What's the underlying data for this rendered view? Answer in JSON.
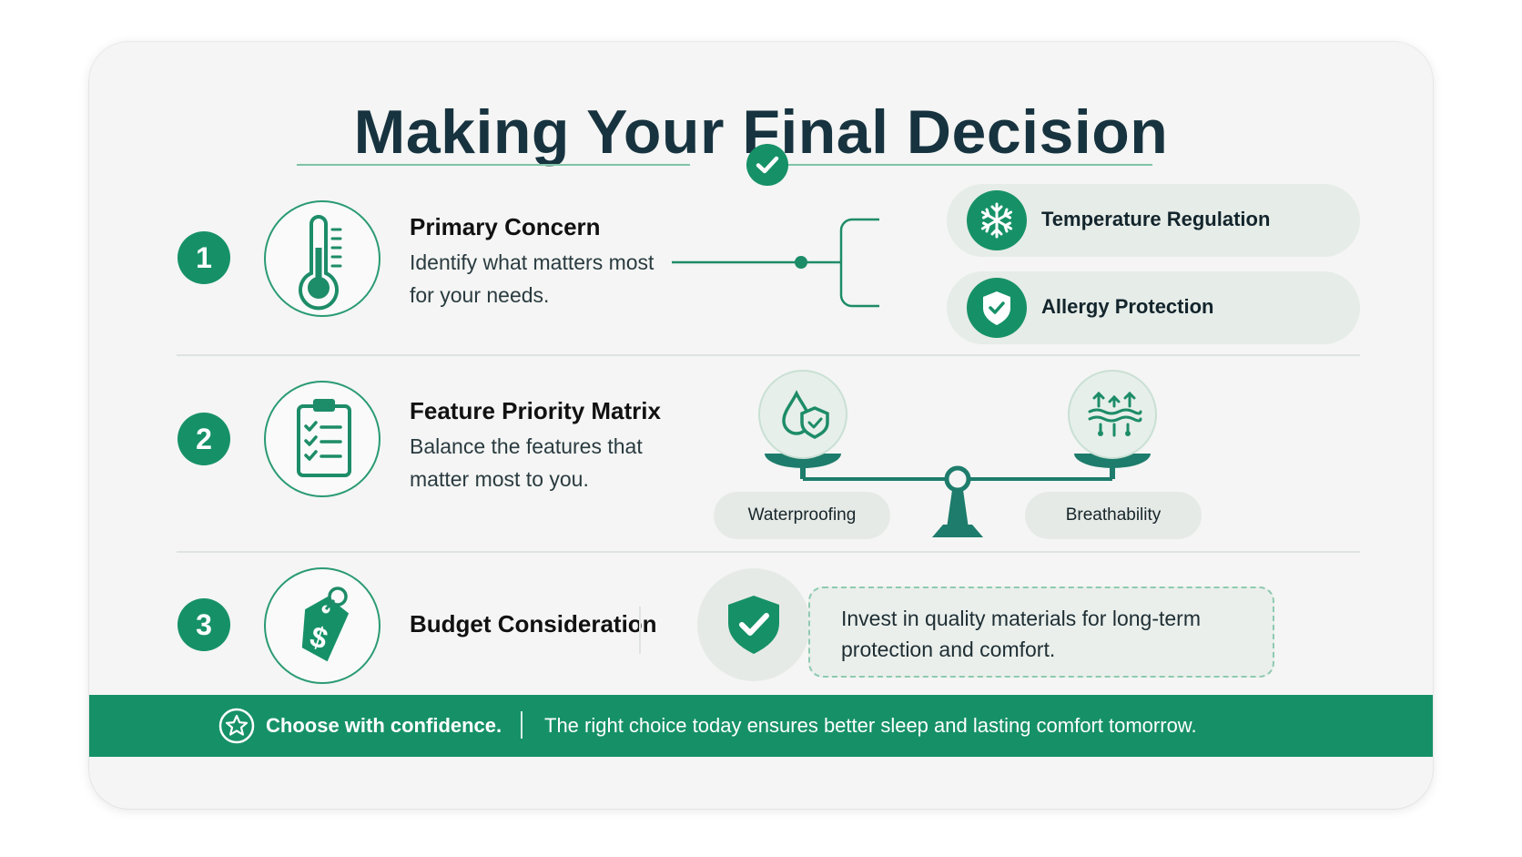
{
  "title": "Making Your Final Decision",
  "steps": [
    {
      "number": "1",
      "icon": "thermometer-icon",
      "title": "Primary Concern",
      "description": "Identify what matters most for your needs."
    },
    {
      "number": "2",
      "icon": "clipboard-checklist-icon",
      "title": "Feature Priority Matrix",
      "description": "Balance the features that matter most to you."
    },
    {
      "number": "3",
      "icon": "price-tag-icon",
      "title": "Budget Consideration"
    }
  ],
  "concerns": [
    {
      "label": "Temperature Regulation",
      "icon": "snowflake-icon"
    },
    {
      "label": "Allergy Protection",
      "icon": "shield-check-icon"
    }
  ],
  "balance": {
    "left": {
      "label": "Waterproofing",
      "icon": "water-drop-shield-icon"
    },
    "right": {
      "label": "Breathability",
      "icon": "airflow-icon"
    }
  },
  "budget_note": "Invest in quality materials for long-term protection and comfort.",
  "footer": {
    "tagline": "Choose with confidence.",
    "message": "The right choice today ensures better sleep and lasting comfort tomorrow."
  },
  "colors": {
    "accent": "#169167",
    "title": "#17333f",
    "card": "#f4f5f4"
  }
}
